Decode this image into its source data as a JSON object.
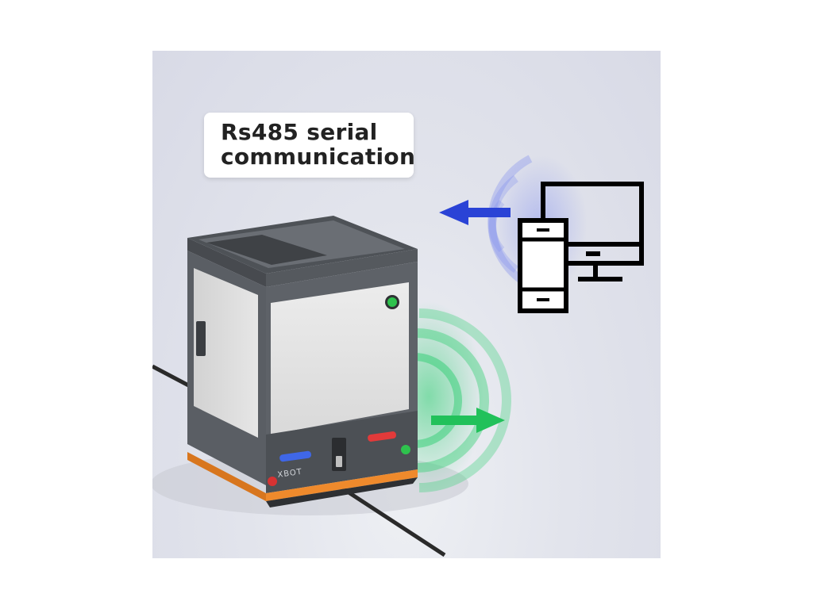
{
  "caption": {
    "line1": "Rs485 serial",
    "line2": "communication"
  },
  "robot": {
    "brand_label": "XBOT"
  },
  "colors": {
    "background": "#dcdee8",
    "robot_body": "#5c6066",
    "robot_panel": "#e4e4e4",
    "bumper_orange": "#ef8a2c",
    "arrow_blue": "#2a43d6",
    "arrow_green": "#21c15a",
    "signal_blue": "#8f9bf0",
    "signal_green": "#3bd07a",
    "device_outline": "#000000"
  },
  "icons": [
    "monitor-icon",
    "smartphone-icon",
    "left-arrow-icon",
    "right-arrow-icon",
    "wireless-signal-icon"
  ]
}
